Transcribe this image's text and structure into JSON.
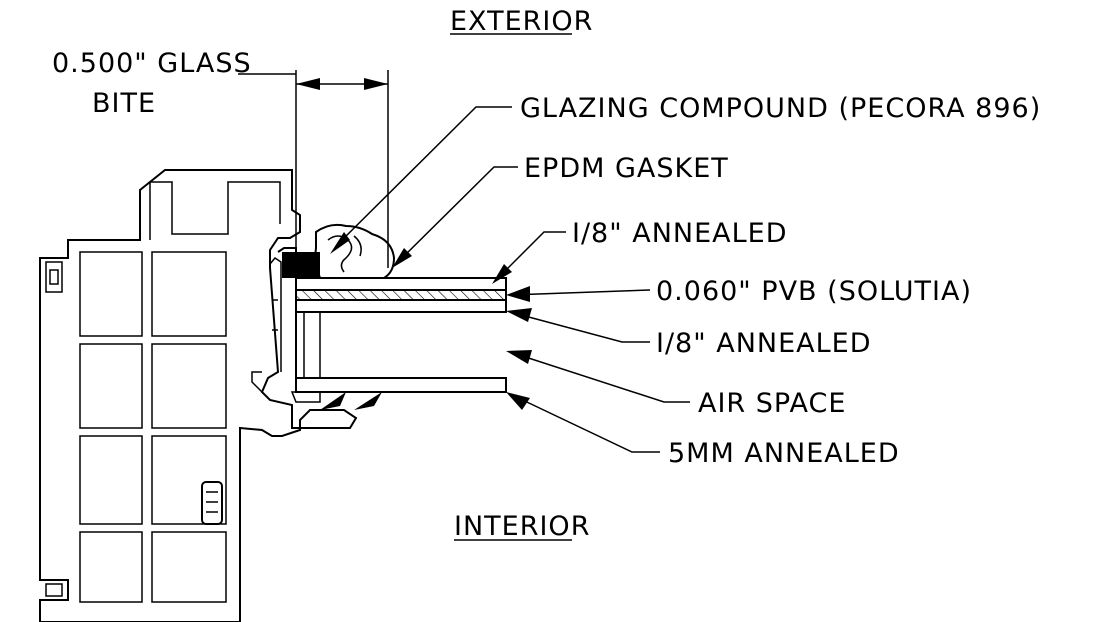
{
  "labels": {
    "exterior": "EXTERIOR",
    "interior": "INTERIOR",
    "glass_bite_line1": "0.500\" GLASS",
    "glass_bite_line2": "BITE",
    "glazing_compound": "GLAZING COMPOUND (PECORA 896)",
    "epdm_gasket": "EPDM GASKET",
    "annealed_top": "I/8\" ANNEALED",
    "pvb": "0.060\" PVB (SOLUTIA)",
    "annealed_mid": "I/8\" ANNEALED",
    "air_space": "AIR SPACE",
    "annealed_5mm": "5MM ANNEALED"
  },
  "colors": {
    "line": "#000000",
    "background": "#ffffff"
  }
}
